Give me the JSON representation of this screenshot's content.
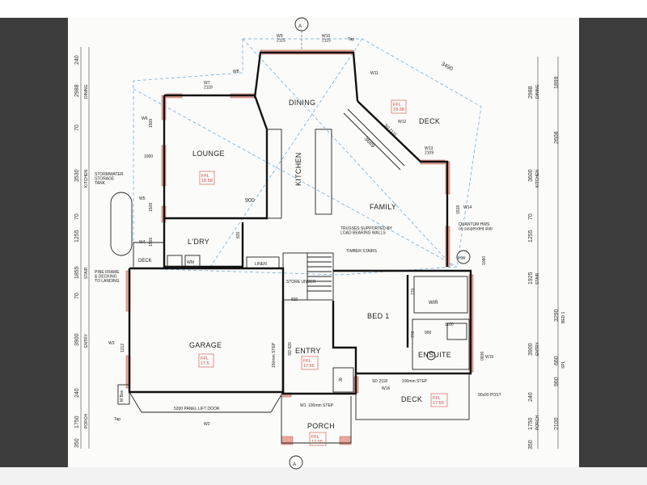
{
  "sheet": {
    "section_marker": "A",
    "rooms": {
      "dining": "DINING",
      "lounge": "LOUNGE",
      "kitchen": "KITCHEN",
      "family": "FAMILY",
      "deck_upper": "DECK",
      "laundry": "L'DRY",
      "garage": "GARAGE",
      "entry": "ENTRY",
      "bed1": "BED 1",
      "wir": "WIR",
      "ensuite": "ENSUITE",
      "deck_lower": "DECK",
      "porch": "PORCH",
      "deck_small": "DECK",
      "store": "STORE UNDER",
      "linen": "LINEN",
      "stair_r": "R"
    },
    "ffl_labels": {
      "lounge": "FFL\n18.58",
      "deck_upper": "FFL\n18.38",
      "garage": "FFL\n17.5",
      "entry": "FFL\n17.65",
      "deck_lower": "FFL\n17.55",
      "porch": "FFL\n17.55"
    },
    "windows": [
      "W9\n2115",
      "W10\n2115",
      "W8",
      "W11",
      "W7\n2118",
      "W6",
      "W5",
      "W4",
      "W3",
      "W12",
      "W13\n2109",
      "W14",
      "W15",
      "W16",
      "W1",
      "W2"
    ],
    "notes": {
      "trusses": "TRUSSES SUPPORTED BY\nLOAD BEARING WALLS",
      "timber_stairs": "TIMBER STAIRS",
      "stormwater": "STORMWATER\nSTORAGE\nTANK",
      "pine_frame": "PINE FRAME\n& DECKING\nTO LANDING",
      "quantum": "QUANTUM HWS\non suspended slab",
      "panel_door": "5200 PANEL LIFT DOOR",
      "step_entry": "150mm STEP",
      "step_porch": "100mm STEP",
      "step_deck": "100mm STEP",
      "post": "90x90 POST",
      "tap_top": "Tap",
      "tap_bottom": "Tap",
      "meter_box": "M Box",
      "hw": "HW",
      "wm": "WM"
    },
    "dims": {
      "left": [
        "240",
        "2988",
        "70",
        "3530",
        "70",
        "1255",
        "1855",
        "70",
        "3900",
        "240",
        "1750",
        "350"
      ],
      "left_labels": [
        "DINING",
        "KITCHEN",
        "STAIR",
        "ENTRY",
        "PORCH"
      ],
      "right": [
        "2988",
        "1899",
        "2608",
        "3600",
        "70",
        "1255",
        "1925",
        "3290",
        "3900",
        "660",
        "960",
        "240",
        "1750",
        "2100",
        "350"
      ],
      "right_labels": [
        "DINING",
        "KITCHEN",
        "STAIR",
        "BED 1",
        "ENTRY",
        "SPL",
        "PORCH"
      ],
      "misc": [
        "3490",
        "3689",
        "900",
        "1000",
        "1080",
        "820",
        "820",
        "770",
        "770",
        "900",
        "1100",
        "SD 2118",
        "SD 2115",
        "SD 820",
        "1518",
        "1509",
        "1509",
        "1509",
        "1212",
        "0936"
      ]
    }
  },
  "colors": {
    "brick": "#e9a79b",
    "ffl_red": "#d04a3a",
    "dashed_blue": "#5aa6d6",
    "background_dark": "#3d3d3d"
  }
}
